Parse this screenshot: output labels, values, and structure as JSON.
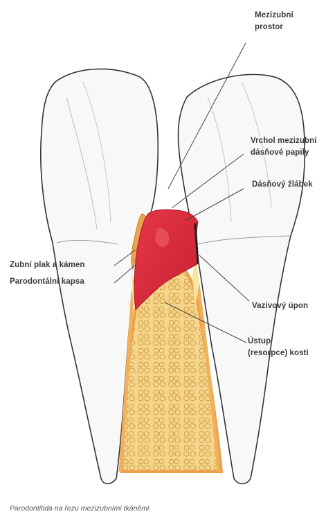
{
  "labels": {
    "interdental_space": "Mezizubní prostor",
    "interdental_space_l1": "Mezizubní",
    "interdental_space_l2": "prostor",
    "papilla_tip_l1": "Vrchol mezizubní",
    "papilla_tip_l2": "dásňové papily",
    "gingival_sulcus": "Dásňový žlábek",
    "plaque_calculus": "Zubní plak a kámen",
    "periodontal_pocket": "Parodontální kapsa",
    "fibrous_attachment": "Vazivový úpon",
    "bone_loss_l1": "Ústup",
    "bone_loss_l2": "(resorpce) kosti"
  },
  "caption": "Parodontitida na řezu mezizubními tkáněmi.",
  "colors": {
    "inflamed_gum": "#d8283a",
    "bone_fill": "#f5d58c",
    "bone_edge": "#ef9f4a",
    "plaque": "#e9a64c",
    "line": "#444444"
  }
}
